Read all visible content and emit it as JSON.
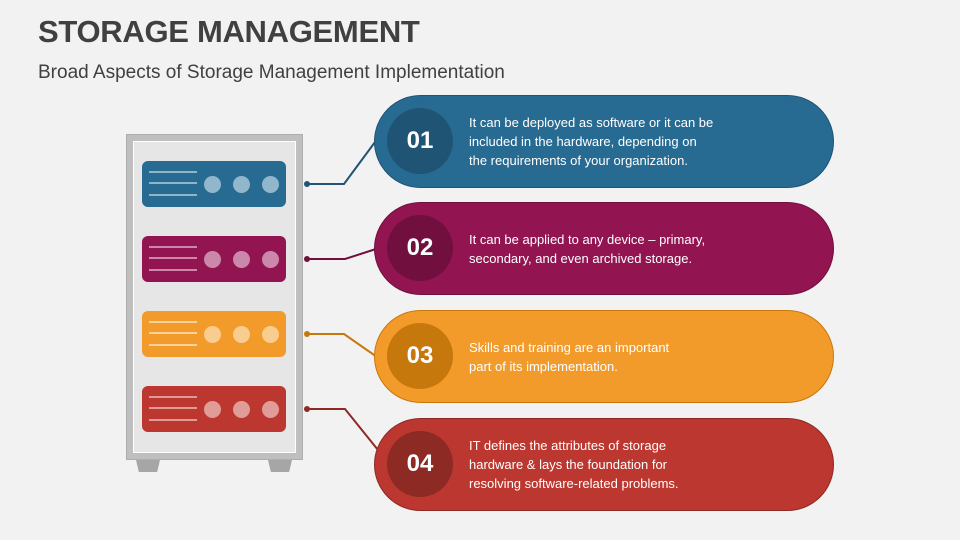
{
  "header": {
    "title": "STORAGE MANAGEMENT",
    "subtitle": "Broad Aspects of Storage Management Implementation"
  },
  "colors": {
    "background": "#f2f2f2",
    "server_frame": "#bfbfbf",
    "server_panel": "#e6e6e6",
    "blue": "#276b92",
    "blue_dark": "#1f5474",
    "magenta": "#921552",
    "magenta_dark": "#71103f",
    "orange": "#f29b2a",
    "orange_dark": "#c7780d",
    "red": "#bc3730",
    "red_dark": "#8d2a24"
  },
  "server": {
    "icon": "server-rack-icon",
    "bays": [
      {
        "color": "#276b92",
        "line_color": "#8fb5cb",
        "led_color": "#92b6cb"
      },
      {
        "color": "#921552",
        "line_color": "#cc86a9",
        "led_color": "#cc88ab"
      },
      {
        "color": "#f29b2a",
        "line_color": "#f9d19a",
        "led_color": "#f9cc90"
      },
      {
        "color": "#bc3730",
        "line_color": "#df9a95",
        "led_color": "#e09c97"
      }
    ]
  },
  "items": [
    {
      "number": "01",
      "lines": [
        "It can be deployed as software or it can be",
        "included in the hardware, depending on",
        "the requirements of your organization."
      ],
      "color": "#276b92",
      "circle_color": "#1f5474"
    },
    {
      "number": "02",
      "lines": [
        "It can be applied to any device – primary,",
        "secondary, and even archived storage."
      ],
      "color": "#921552",
      "circle_color": "#71103f"
    },
    {
      "number": "03",
      "lines": [
        "Skills and training are an important",
        "part of its implementation."
      ],
      "color": "#f29b2a",
      "circle_color": "#c7780d"
    },
    {
      "number": "04",
      "lines": [
        "IT defines the attributes of storage",
        "hardware & lays the foundation for",
        "resolving software-related problems."
      ],
      "color": "#bc3730",
      "circle_color": "#8d2a24"
    }
  ]
}
